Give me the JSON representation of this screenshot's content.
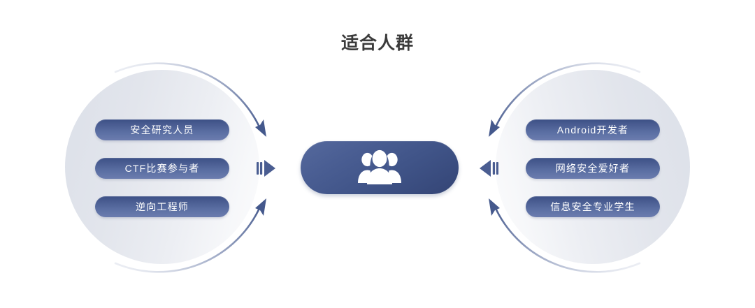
{
  "page": {
    "title": "适合人群",
    "background_color": "#ffffff"
  },
  "theme": {
    "title_color": "#3b3b3b",
    "pill_color_top": "#3c5086",
    "pill_color_bottom": "#6b7cae",
    "pill_text_color": "#ffffff",
    "circle_color_light": "#fcfcfd",
    "circle_color_dark": "#dce0e9",
    "center_node_color_light": "#55699d",
    "center_node_color_dark": "#344574",
    "arrow_color": "#4a5d91",
    "arc_color": "#5a6d9e"
  },
  "center": {
    "icon": "people-group-icon",
    "icon_color": "#ffffff"
  },
  "left_group": {
    "circle_icon": "left-audience-circle",
    "arrows": [
      {
        "name": "arc-arrow-top-left",
        "direction": "clockwise-down-right"
      },
      {
        "name": "arc-arrow-bottom-left",
        "direction": "counterclockwise-up-right"
      }
    ],
    "chevron": {
      "name": "chevron-right-icon",
      "direction": "right"
    },
    "items": [
      {
        "label": "安全研究人员"
      },
      {
        "label": "CTF比赛参与者"
      },
      {
        "label": "逆向工程师"
      }
    ]
  },
  "right_group": {
    "circle_icon": "right-audience-circle",
    "arrows": [
      {
        "name": "arc-arrow-top-right",
        "direction": "counterclockwise-down-left"
      },
      {
        "name": "arc-arrow-bottom-right",
        "direction": "clockwise-up-left"
      }
    ],
    "chevron": {
      "name": "chevron-left-icon",
      "direction": "left"
    },
    "items": [
      {
        "label": "Android开发者"
      },
      {
        "label": "网络安全爱好者"
      },
      {
        "label": "信息安全专业学生"
      }
    ]
  }
}
